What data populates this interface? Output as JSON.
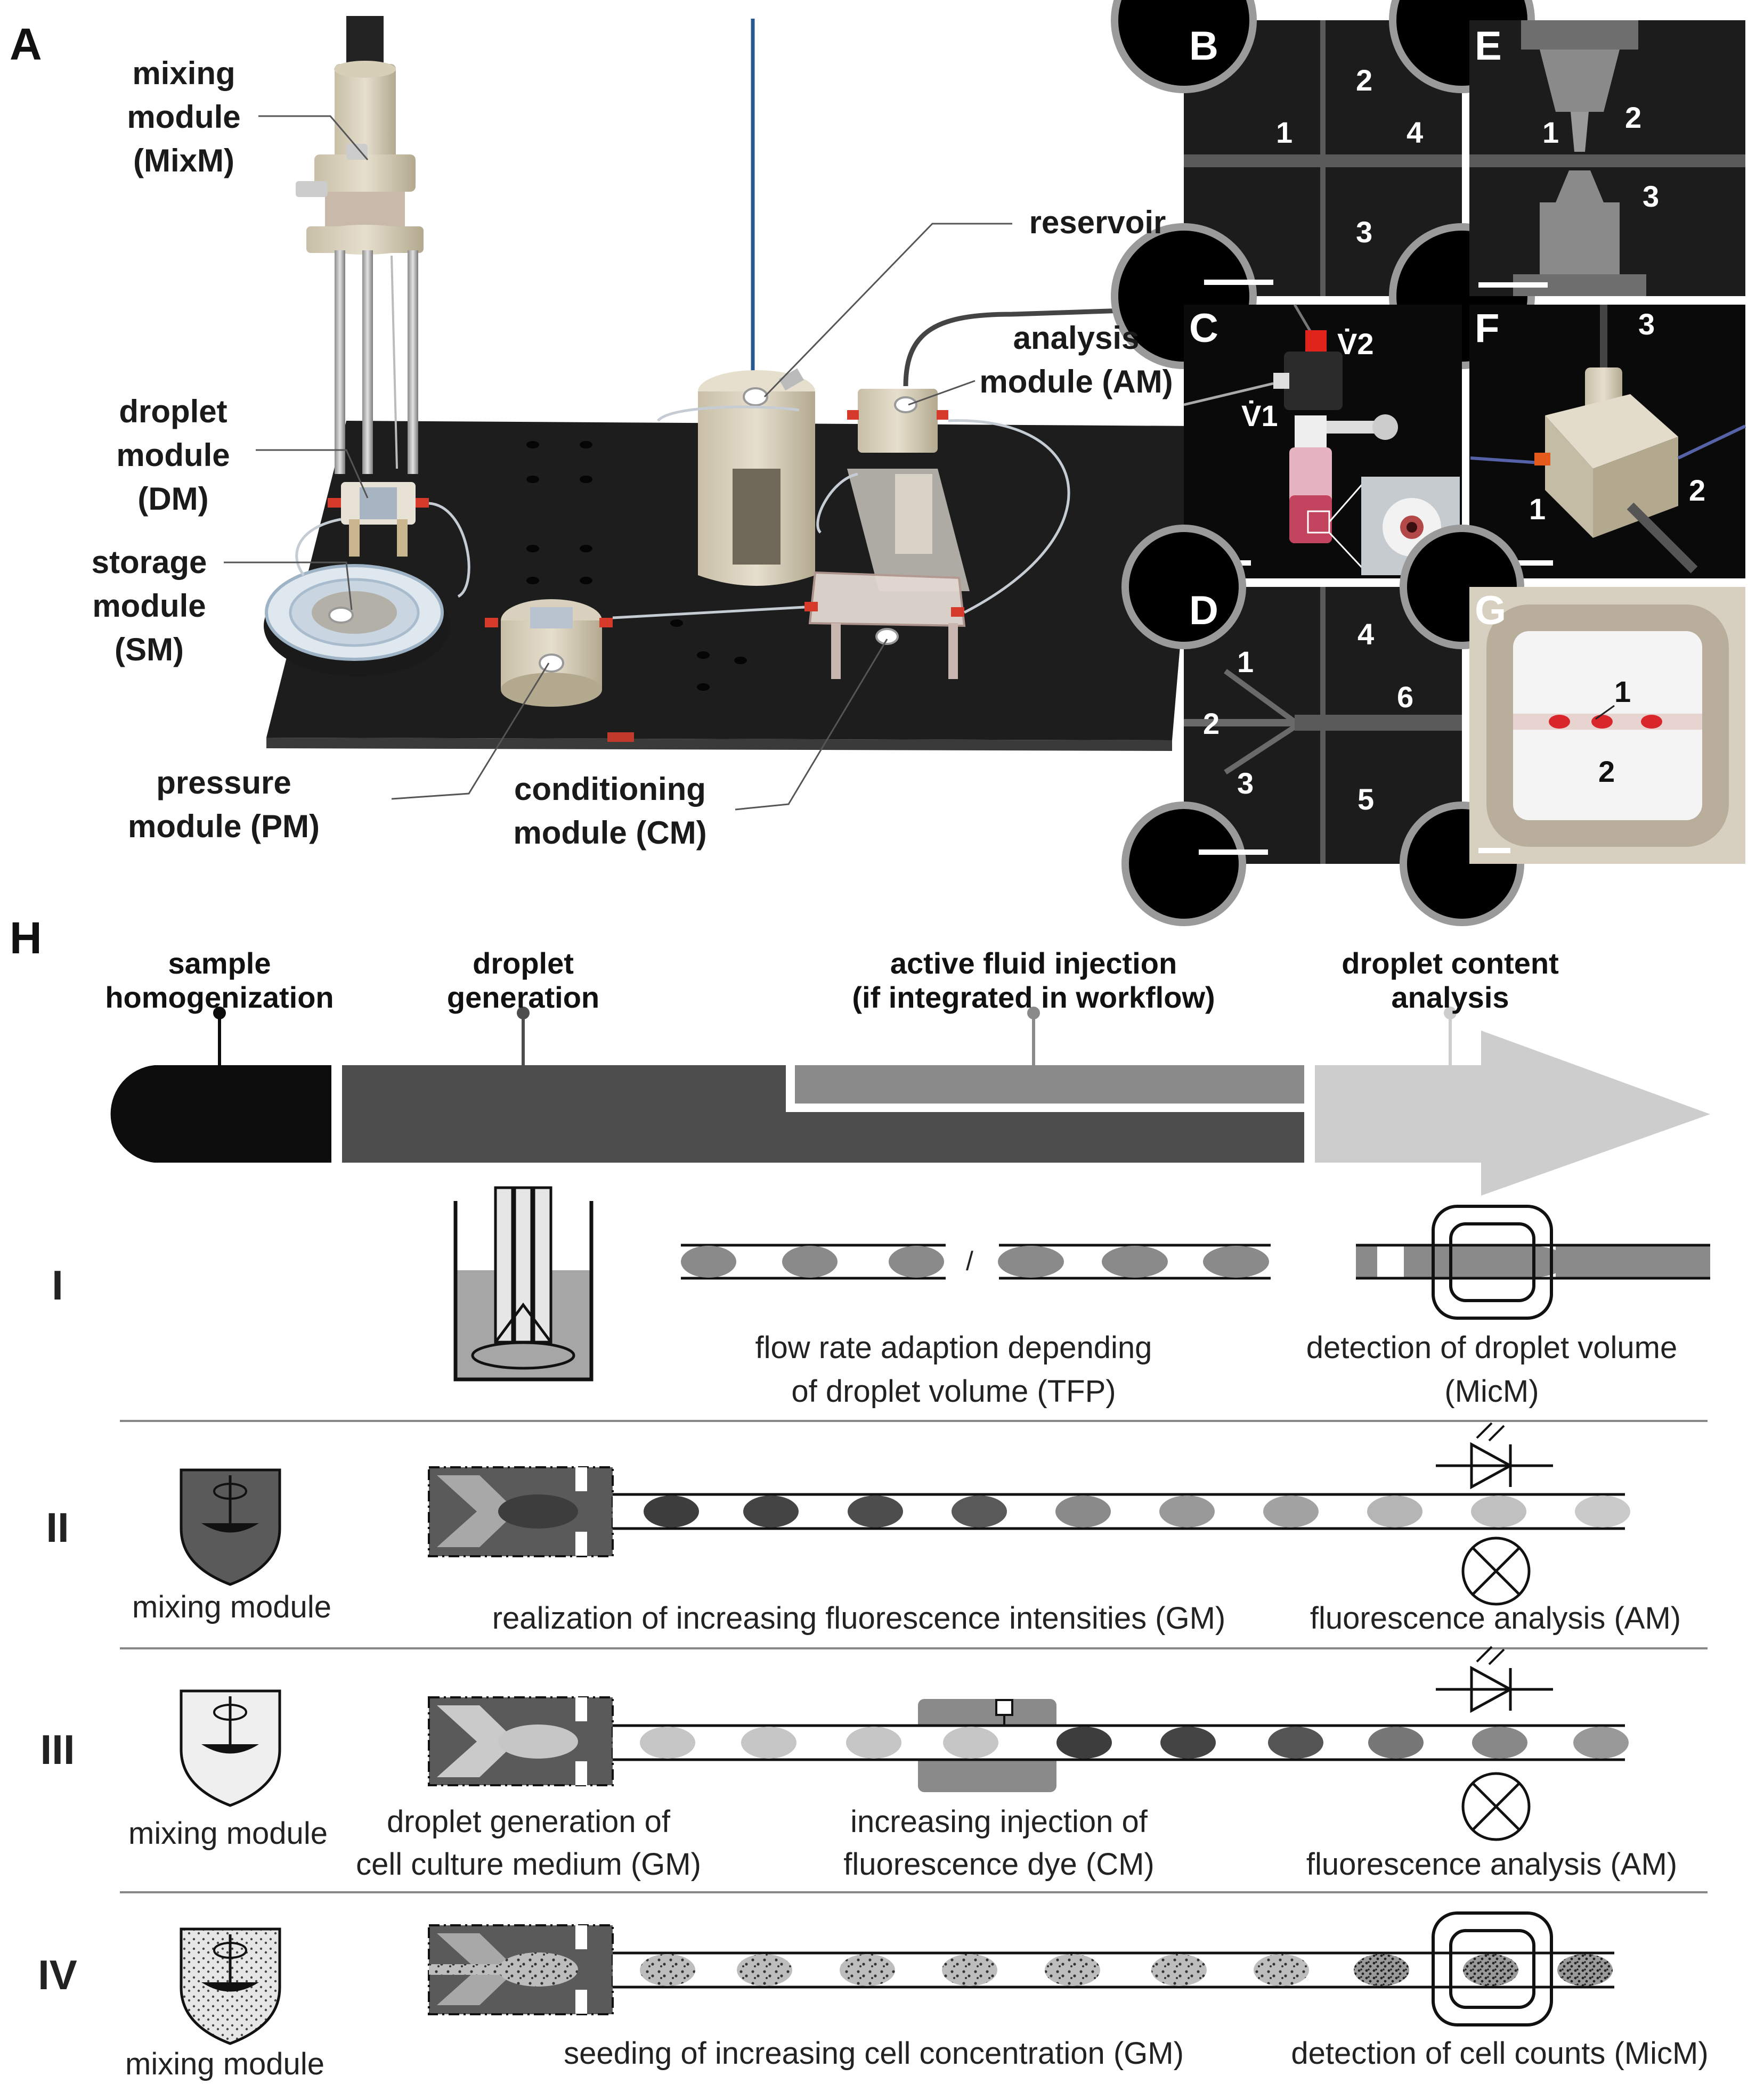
{
  "panel_a": {
    "letter": "A",
    "callouts": {
      "mixing": [
        "mixing",
        "module",
        "(MixM)"
      ],
      "droplet": [
        "droplet",
        "module",
        "(DM)"
      ],
      "storage": [
        "storage",
        "module",
        "(SM)"
      ],
      "pressure": [
        "pressure",
        "module (PM)"
      ],
      "conditioning": [
        "conditioning",
        "module (CM)"
      ],
      "reservoir": "reservoir",
      "analysis": [
        "analysis",
        "module (AM)"
      ]
    }
  },
  "micro_panels": {
    "B": {
      "letter": "B",
      "numbers": [
        "1",
        "2",
        "3",
        "4"
      ]
    },
    "C": {
      "letter": "C",
      "flow1": "V̇1",
      "flow2": "V̇2"
    },
    "D": {
      "letter": "D",
      "numbers": [
        "1",
        "2",
        "3",
        "4",
        "5",
        "6"
      ]
    },
    "E": {
      "letter": "E",
      "numbers": [
        "1",
        "2",
        "3"
      ]
    },
    "F": {
      "letter": "F",
      "numbers": [
        "1",
        "2",
        "3"
      ]
    },
    "G": {
      "letter": "G",
      "numbers": [
        "1",
        "2"
      ]
    }
  },
  "panel_h": {
    "letter": "H",
    "stages": [
      {
        "line1": "sample",
        "line2": "homogenization"
      },
      {
        "line1": "droplet",
        "line2": "generation"
      },
      {
        "line1": "active fluid injection",
        "line2": "(if integrated in workflow)"
      },
      {
        "line1": "droplet content",
        "line2": "analysis"
      }
    ],
    "rows": [
      {
        "numeral": "I",
        "slash": "/",
        "captions": [
          "flow rate adaption depending",
          "of droplet volume (TFP)",
          "detection of droplet volume",
          "(MicM)"
        ]
      },
      {
        "numeral": "II",
        "captions": [
          "mixing module",
          "realization of increasing fluorescence intensities (GM)",
          "fluorescence analysis (AM)"
        ]
      },
      {
        "numeral": "III",
        "captions": [
          "mixing module",
          "droplet generation of",
          "cell culture medium (GM)",
          "increasing injection of",
          "fluorescence dye (CM)",
          "fluorescence analysis (AM)"
        ]
      },
      {
        "numeral": "IV",
        "captions": [
          "mixing module",
          "seeding of increasing cell concentration (GM)",
          "detection of cell counts (MicM)"
        ]
      }
    ]
  },
  "colors": {
    "stage1": "#0d0d0d",
    "stage2": "#4d4d4d",
    "stage3": "#8a8a8a",
    "stage4": "#cdcdcd",
    "photo_bg": "#ffffff",
    "micro_bg": "#111111"
  }
}
